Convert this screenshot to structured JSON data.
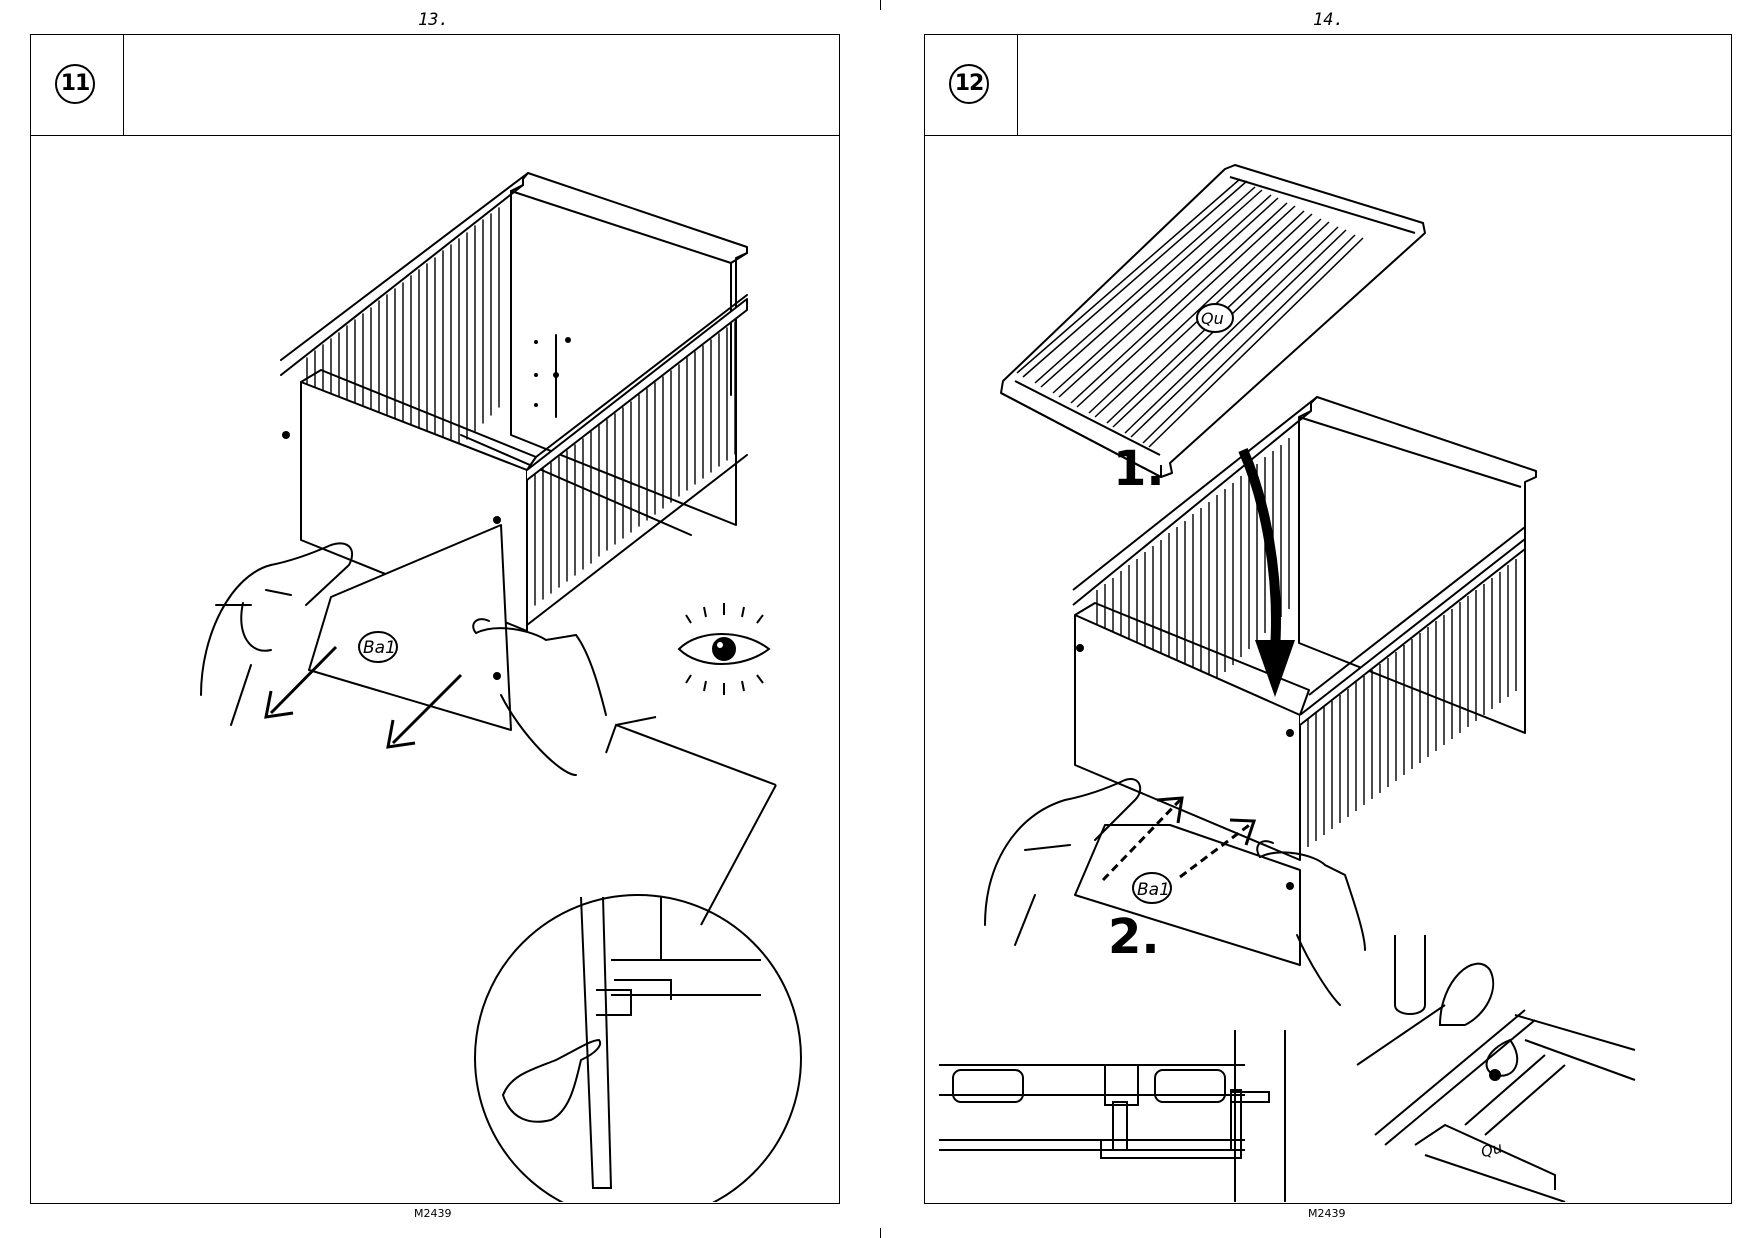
{
  "left_page": {
    "page_number": "13.",
    "step_number": "11",
    "part_label": "Ba1",
    "doc_code": "M2439"
  },
  "right_page": {
    "page_number": "14.",
    "step_number": "12",
    "slatted_base_label": "Qu",
    "part_label": "Ba1",
    "sequence_labels": [
      "1.",
      "2."
    ],
    "detail_label": "Qu",
    "doc_code": "M2439"
  },
  "icons": [
    "eye-icon",
    "pointing-hand-icon",
    "arrow-icon"
  ]
}
